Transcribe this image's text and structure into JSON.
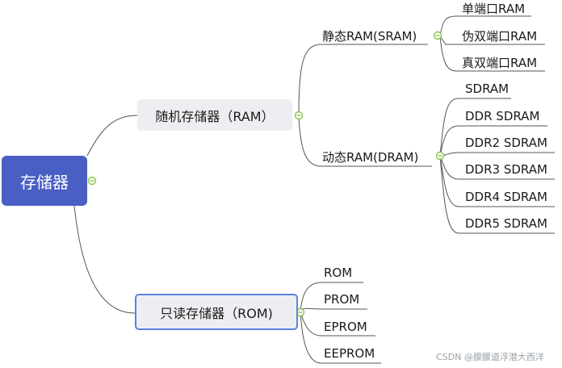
{
  "root": {
    "label": "存储器"
  },
  "ram": {
    "label": "随机存储器（RAM）",
    "sram": {
      "label": "静态RAM(SRAM)",
      "items": [
        "单端口RAM",
        "伪双端口RAM",
        "真双端口RAM"
      ]
    },
    "dram": {
      "label": "动态RAM(DRAM)",
      "items": [
        "SDRAM",
        "DDR SDRAM",
        "DDR2 SDRAM",
        "DDR3 SDRAM",
        "DDR4 SDRAM",
        "DDR5 SDRAM"
      ]
    }
  },
  "rom": {
    "label": "只读存储器（ROM)",
    "items": [
      "ROM",
      "PROM",
      "EPROM",
      "EEPROM"
    ]
  },
  "watermark": "CSDN @朦朦道浮潜大西洋",
  "colors": {
    "root_fill": "#4a5fc4",
    "node_fill": "#eeeef2",
    "selected_border": "#5a83e0",
    "line": "#555555",
    "collapse_toggle": "#8bc34a"
  }
}
